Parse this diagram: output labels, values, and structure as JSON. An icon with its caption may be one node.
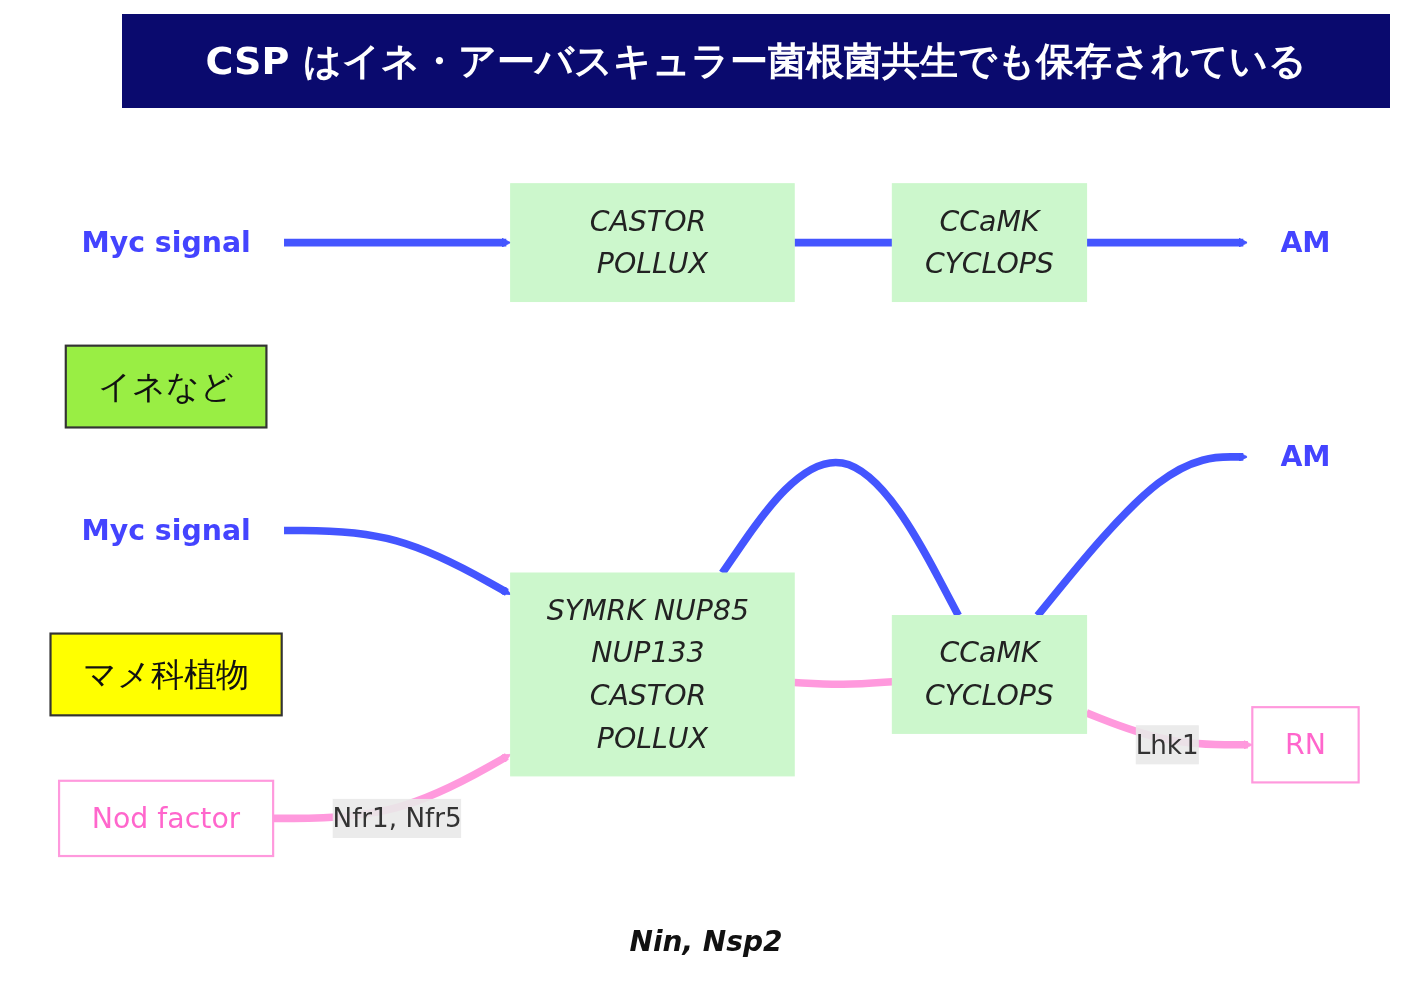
{
  "diagram": {
    "title": "CSP はイネ・アーバスキュラー菌根菌共生でも保存されている",
    "nodes": [
      {
        "text": [
          "Myc signal"
        ]
      },
      {
        "text": [
          "イネなど"
        ]
      },
      {
        "text": [
          "CASTOR POLLUX"
        ]
      },
      {
        "text": [
          "CCaMK",
          "CYCLOPS"
        ]
      },
      {
        "text": [
          "AM"
        ]
      },
      {
        "text": [
          "Myc signal"
        ]
      },
      {
        "text": [
          "マメ科植物"
        ]
      },
      {
        "text": [
          "SYMRK NUP85 NUP133 CASTOR POLLUX"
        ]
      },
      {
        "text": [
          "CCaMK",
          "CYCLOPS"
        ]
      },
      {
        "text": [
          "AM"
        ]
      },
      {
        "text": [
          "Nod factor"
        ]
      },
      {
        "text": [
          "RN"
        ]
      }
    ],
    "edges": [
      {
        "from": 0,
        "to": 2,
        "arrow": "to"
      },
      {
        "from": 2,
        "to": 3,
        "arrow": "none"
      },
      {
        "from": 3,
        "to": 4,
        "arrow": "to"
      },
      {
        "from": 5,
        "to": 7,
        "arrow": "to"
      },
      {
        "from": 10,
        "to": 7,
        "arrow": "to",
        "label": "Nfr1, Nfr5",
        "color": "#ff99dd"
      },
      {
        "from": 7,
        "to": 8,
        "arrow": "none"
      },
      {
        "from": 7,
        "to": 8,
        "arrow": "none",
        "color": "#ff99dd"
      },
      {
        "from": 8,
        "to": 9,
        "arrow": "to"
      },
      {
        "from": 8,
        "to": 11,
        "arrow": "to",
        "label": "Lhk1",
        "color": "#ff99dd"
      }
    ],
    "labels": [
      "Nin, Nsp2"
    ]
  }
}
